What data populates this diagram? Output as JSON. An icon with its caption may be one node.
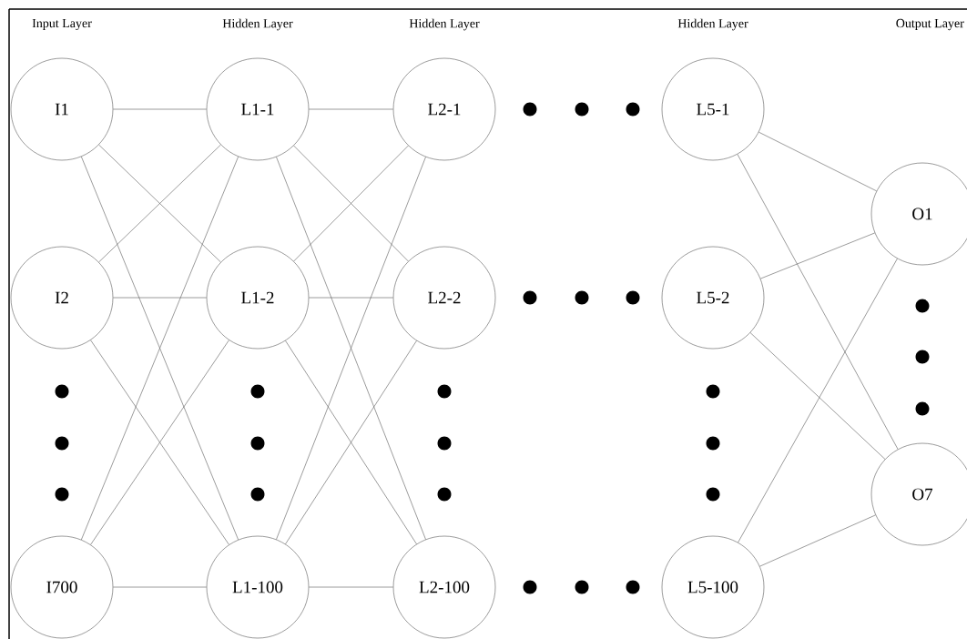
{
  "diagram": {
    "nodes": [
      {
        "text": [
          "I1"
        ]
      },
      {
        "text": [
          "I2"
        ]
      },
      {
        "text": [
          "I700"
        ]
      },
      {
        "text": [
          "L1-1"
        ]
      },
      {
        "text": [
          "L1-2"
        ]
      },
      {
        "text": [
          "L1-100"
        ]
      },
      {
        "text": [
          "L2-1"
        ]
      },
      {
        "text": [
          "L2-2"
        ]
      },
      {
        "text": [
          "L2-100"
        ]
      },
      {
        "text": [
          "L5-1"
        ]
      },
      {
        "text": [
          "L5-2"
        ]
      },
      {
        "text": [
          "L5-100"
        ]
      },
      {
        "text": [
          "O1"
        ]
      },
      {
        "text": [
          "O7"
        ]
      }
    ],
    "edges": [
      {
        "from": 0,
        "to": 3,
        "arrow": "none"
      },
      {
        "from": 0,
        "to": 4,
        "arrow": "none"
      },
      {
        "from": 0,
        "to": 5,
        "arrow": "none"
      },
      {
        "from": 1,
        "to": 3,
        "arrow": "none"
      },
      {
        "from": 1,
        "to": 4,
        "arrow": "none"
      },
      {
        "from": 1,
        "to": 5,
        "arrow": "none"
      },
      {
        "from": 2,
        "to": 3,
        "arrow": "none"
      },
      {
        "from": 2,
        "to": 4,
        "arrow": "none"
      },
      {
        "from": 2,
        "to": 5,
        "arrow": "none"
      },
      {
        "from": 3,
        "to": 6,
        "arrow": "none"
      },
      {
        "from": 3,
        "to": 7,
        "arrow": "none"
      },
      {
        "from": 3,
        "to": 8,
        "arrow": "none"
      },
      {
        "from": 4,
        "to": 6,
        "arrow": "none"
      },
      {
        "from": 4,
        "to": 7,
        "arrow": "none"
      },
      {
        "from": 4,
        "to": 8,
        "arrow": "none"
      },
      {
        "from": 5,
        "to": 6,
        "arrow": "none"
      },
      {
        "from": 5,
        "to": 7,
        "arrow": "none"
      },
      {
        "from": 5,
        "to": 8,
        "arrow": "none"
      },
      {
        "from": 9,
        "to": 12,
        "arrow": "none"
      },
      {
        "from": 9,
        "to": 13,
        "arrow": "none"
      },
      {
        "from": 10,
        "to": 12,
        "arrow": "none"
      },
      {
        "from": 10,
        "to": 13,
        "arrow": "none"
      },
      {
        "from": 11,
        "to": 12,
        "arrow": "none"
      },
      {
        "from": 11,
        "to": 13,
        "arrow": "none"
      }
    ],
    "labels": [
      "Input Layer",
      "Hidden Layer",
      "Hidden Layer",
      "Hidden Layer",
      "Output Layer"
    ]
  }
}
